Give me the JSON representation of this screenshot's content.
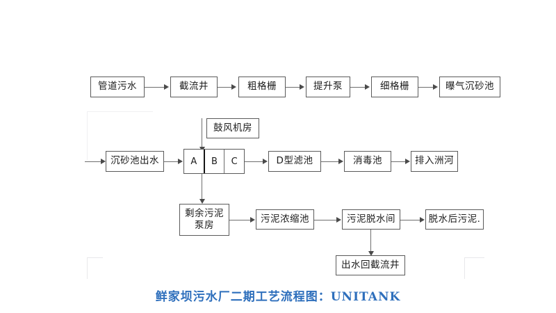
{
  "diagram": {
    "title_caption": "鲜家坝污水厂二期工艺流程图：UNITANK",
    "caption_color": "#2e6fbc",
    "box_border_color": "#5a5a5a",
    "connector_color": "#6e6e6e",
    "background_color": "#ffffff",
    "row1": [
      {
        "id": "pipe-sewage",
        "label": "管道污水"
      },
      {
        "id": "intercepting-well",
        "label": "截流井"
      },
      {
        "id": "coarse-grille",
        "label": "粗格栅"
      },
      {
        "id": "lift-pump",
        "label": "提升泵"
      },
      {
        "id": "fine-grille",
        "label": "细格栅"
      },
      {
        "id": "aerated-grit-chamber",
        "label": "曝气沉砂池"
      }
    ],
    "row2": [
      {
        "id": "grit-chamber-effluent",
        "label": "沉砂池出水"
      },
      {
        "id": "d-type-filter",
        "label": "D型滤池"
      },
      {
        "id": "disinfection-tank",
        "label": "消毒池"
      },
      {
        "id": "discharge-to-zhouhe",
        "label": "排入洲河"
      }
    ],
    "blower_room": {
      "id": "blower-room",
      "label": "鼓风机房"
    },
    "unitank": {
      "id": "unitank-reactor",
      "cells": [
        "A",
        "B",
        "C"
      ]
    },
    "row3": [
      {
        "id": "excess-sludge-pump-house",
        "label_line1": "剩余污泥",
        "label_line2": "泵房"
      },
      {
        "id": "sludge-thickening-tank",
        "label": "污泥浓缩池"
      },
      {
        "id": "sludge-dewatering-room",
        "label": "污泥脱水间"
      },
      {
        "id": "dewatered-sludge",
        "label": "脱水后污泥."
      }
    ],
    "return_node": {
      "id": "effluent-back-to-well",
      "label": "出水回截流井"
    }
  }
}
